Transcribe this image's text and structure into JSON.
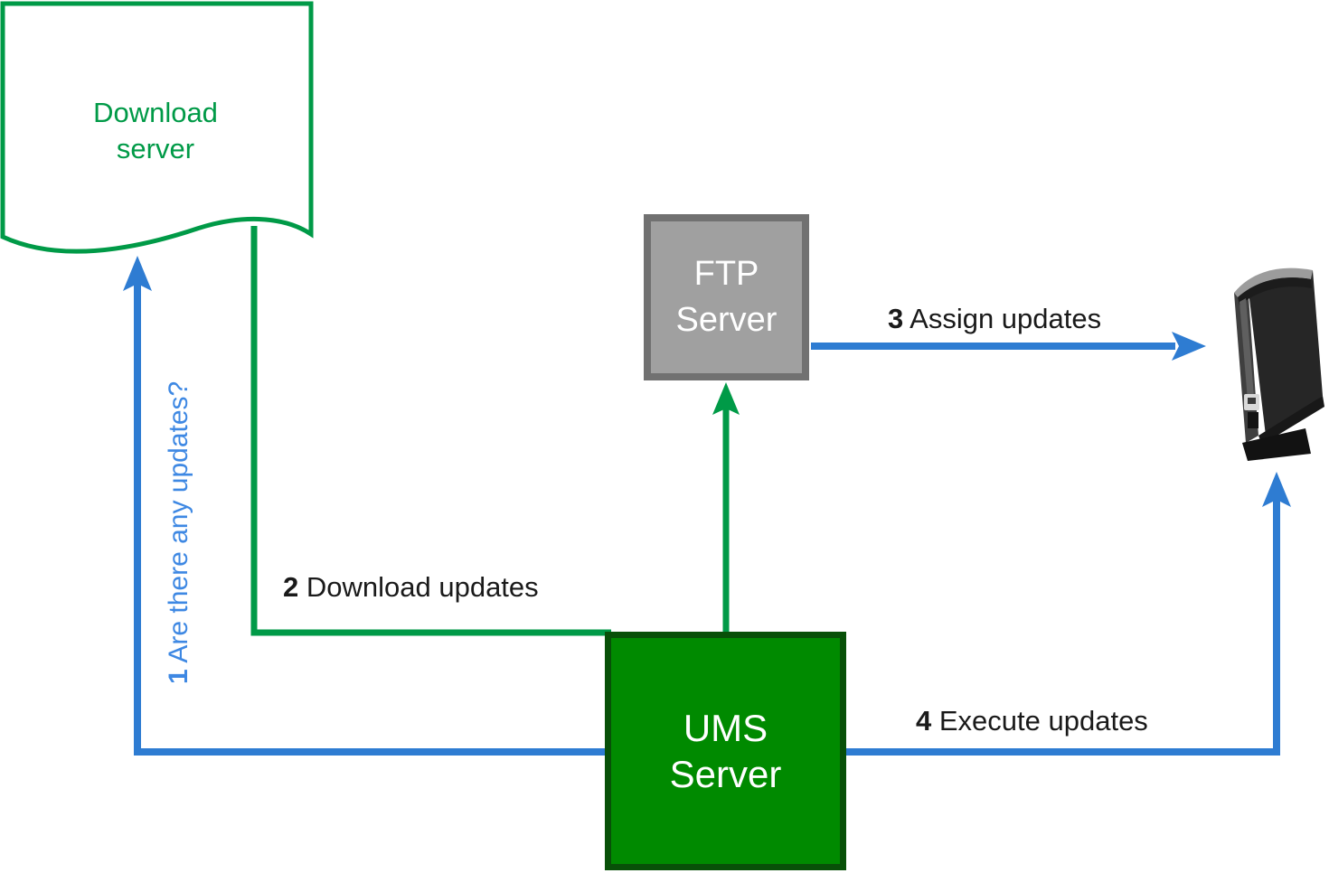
{
  "nodes": {
    "download_server": {
      "line1": "Download",
      "line2": "server"
    },
    "ftp_server": {
      "line1": "FTP",
      "line2": "Server"
    },
    "ums_server": {
      "line1": "UMS",
      "line2": "Server"
    },
    "device": {
      "icon": "thin-client-tower"
    }
  },
  "steps": {
    "step1": {
      "number": "1",
      "text": " Are there any updates?"
    },
    "step2": {
      "number": "2",
      "text": " Download updates"
    },
    "step3": {
      "number": "3",
      "text": " Assign updates"
    },
    "step4": {
      "number": "4",
      "text": " Execute updates"
    }
  },
  "colors": {
    "green_line": "#009A47",
    "green_text": "#009A47",
    "ums_fill": "#008A00",
    "ums_border": "#085008",
    "ftp_fill": "#A0A0A0",
    "ftp_border": "#717171",
    "arrow_blue": "#2E7CD2",
    "blue_text": "#3E88E3",
    "label_black": "#1A1A1A",
    "white": "#FFFFFF"
  }
}
